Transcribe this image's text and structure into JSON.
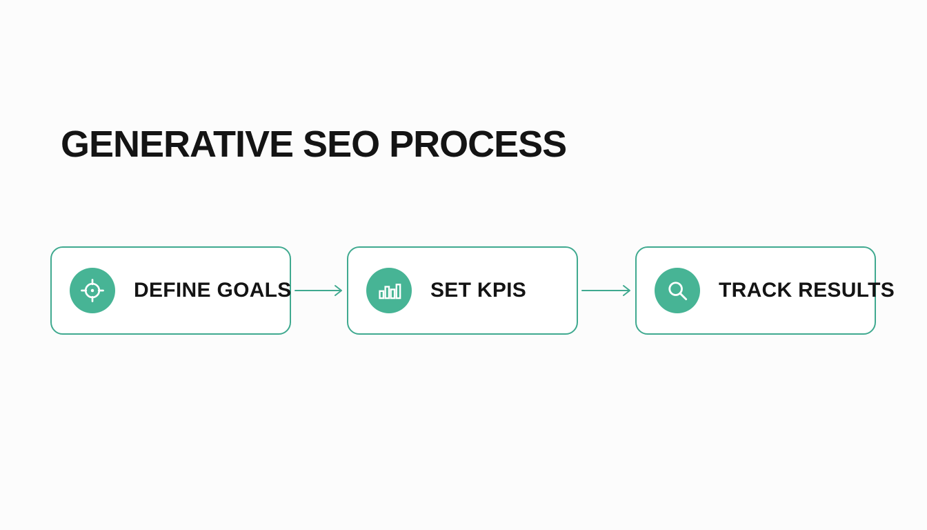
{
  "page": {
    "title": "GENERATIVE SEO PROCESS"
  },
  "colors": {
    "accent": "#3fa98f",
    "icon_fill": "#47b495",
    "text": "#141414",
    "background": "#fcfcfc"
  },
  "steps": [
    {
      "label": "DEFINE GOALS",
      "icon": "target-icon"
    },
    {
      "label": "SET KPIS",
      "icon": "bar-chart-icon"
    },
    {
      "label": "TRACK RESULTS",
      "icon": "magnifier-icon"
    }
  ],
  "connectors": [
    {
      "icon": "arrow-right-icon"
    },
    {
      "icon": "arrow-right-icon"
    }
  ]
}
